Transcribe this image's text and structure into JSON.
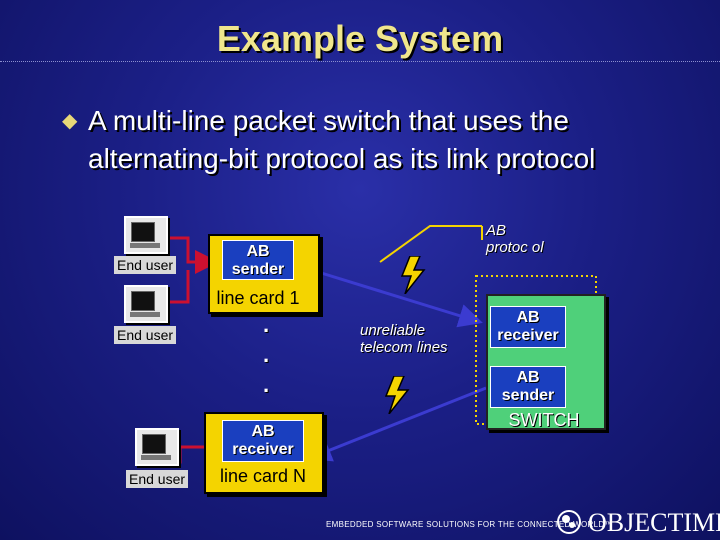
{
  "title": "Example System",
  "bullet_text": "A multi-line packet switch that uses the alternating-bit protocol as its link protocol",
  "end_user_label": "End user",
  "line_card_1": {
    "box_label": "AB sender",
    "caption": "line card 1"
  },
  "line_card_n": {
    "box_label": "AB receiver",
    "caption": "line card N"
  },
  "ellipsis_dots": [
    ".",
    ".",
    "."
  ],
  "unreliable_label": "unreliable telecom lines",
  "ab_protocol_label": "AB protoc ol",
  "switch": {
    "label": "SWITCH",
    "receiver_label": "AB receiver",
    "sender_label": "AB sender"
  },
  "footer": {
    "tagline": "EMBEDDED SOFTWARE SOLUTIONS FOR THE CONNECTED WORLD™",
    "brand": "OBJECTIME"
  },
  "colors": {
    "title": "#f0e68c",
    "background": "#1b1f86",
    "line_card": "#f4d400",
    "switch": "#4fd07a",
    "ab_box": "#1a3fbf",
    "link_red": "#cc1030",
    "link_blue": "#3b3bd0"
  },
  "icons": [
    "bullet-diamond-icon",
    "terminal-icon",
    "lightning-icon",
    "objectime-logo-icon"
  ]
}
